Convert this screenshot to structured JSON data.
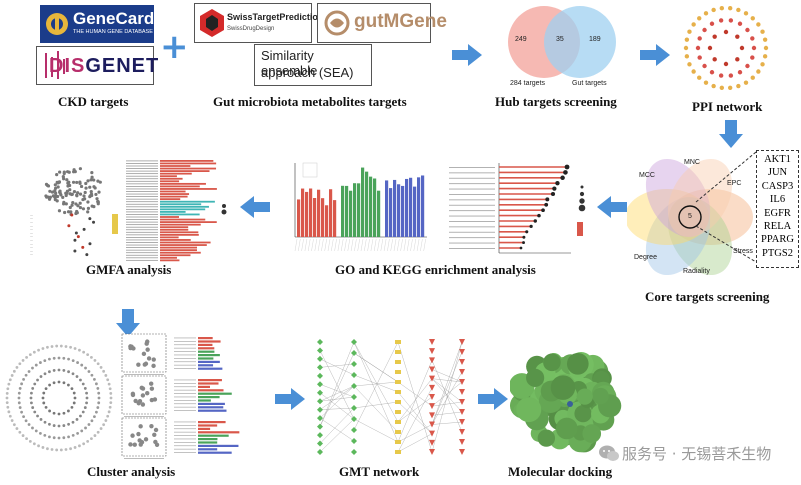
{
  "logos": {
    "genecards": {
      "name": "GeneCards",
      "tagline": "THE HUMAN GENE DATABASE"
    },
    "disgenet": {
      "prefix": "DIS",
      "suffix": "GENET"
    },
    "swisstarget": {
      "name": "SwissTargetPrediction",
      "tagline": "SwissDrugDesign"
    },
    "gutmgene": {
      "name": "gutMGene"
    },
    "sea": {
      "text_line1": "Similarity ensemble",
      "text_line2": "approach (SEA)"
    }
  },
  "labels": {
    "ckd": "CKD targets",
    "gut": "Gut microbiota metabolites targets",
    "hub": "Hub targets screening",
    "ppi": "PPI network",
    "core": "Core targets screening",
    "go": "GO and KEGG enrichment  analysis",
    "gmfa": "GMFA analysis",
    "cluster": "Cluster analysis",
    "gmt": "GMT network",
    "docking": "Molecular docking"
  },
  "venn": {
    "left_value": "249",
    "center_value": "35",
    "right_value": "189",
    "left_label": "284 targets",
    "right_label": "Gut targets"
  },
  "core_targets": {
    "center": "5",
    "axis_labels": [
      "MCC",
      "MNC",
      "EPC",
      "Degree",
      "Radiality",
      "Stress"
    ],
    "genes": [
      "AKT1",
      "JUN",
      "CASP3",
      "IL6",
      "EGFR",
      "RELA",
      "PPARG",
      "PTGS2"
    ]
  },
  "watermark": "服务号 · 无锡菩禾生物",
  "colors": {
    "arrow": "#4a8fd6",
    "venn_left": "#f3a29a",
    "venn_right": "#9fd0f0",
    "bar_red": "#d9574a",
    "bar_green": "#4aa35a",
    "bar_blue": "#5566c4",
    "bar_teal": "#3fb5b5",
    "protein": "#7fb87a"
  }
}
